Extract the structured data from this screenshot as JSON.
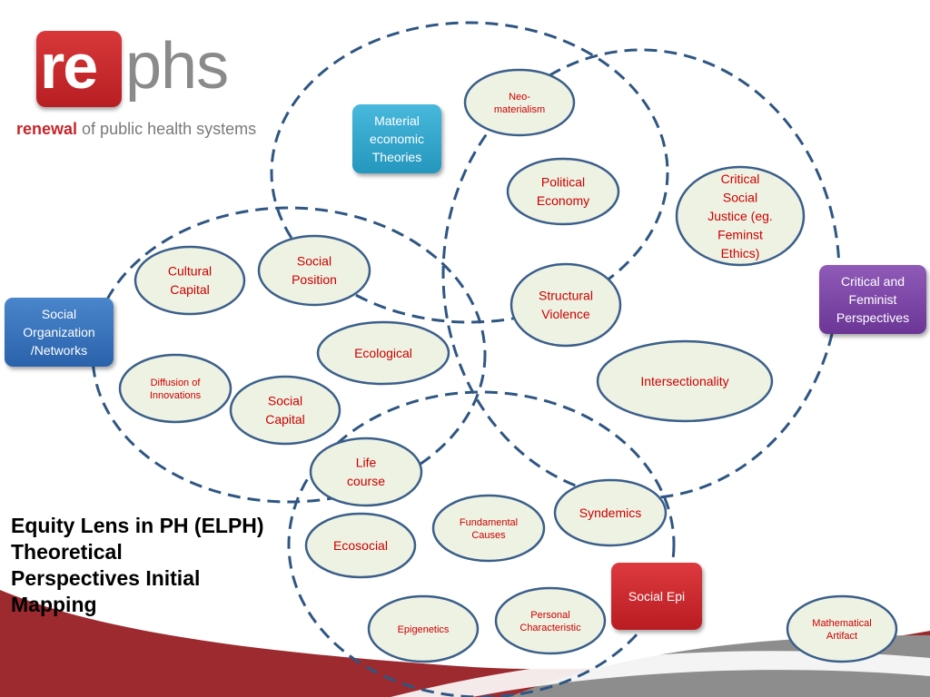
{
  "logo": {
    "mark_left": "re",
    "mark_right": "phs",
    "tagline_strong": "renewal",
    "tagline_rest": " of public health systems",
    "brand_red": "#c7252a"
  },
  "title": "Equity Lens in PH (ELPH)\nTheoretical\nPerspectives Initial\nMapping",
  "boxes": {
    "material": {
      "label": "Material\neconomic\nTheories",
      "color": "#2aa3c9"
    },
    "social_org": {
      "label": "Social\nOrganization\n/Networks",
      "color": "#2f6fb8"
    },
    "critical": {
      "label": "Critical and\nFeminist\nPerspectives",
      "color": "#7a44a3"
    },
    "social_epi": {
      "label": "Social Epi",
      "color": "#cc2229"
    }
  },
  "nodes": [
    {
      "id": "neo-materialism",
      "lines": [
        "Neo-",
        "materialism"
      ],
      "size": "small"
    },
    {
      "id": "political-economy",
      "lines": [
        "Political",
        "Economy"
      ],
      "size": "normal"
    },
    {
      "id": "critical-social-justice",
      "lines": [
        "Critical",
        "Social",
        "Justice (eg.",
        "Feminst",
        "Ethics)"
      ],
      "size": "normal"
    },
    {
      "id": "social-position",
      "lines": [
        "Social",
        "Position"
      ],
      "size": "normal"
    },
    {
      "id": "cultural-capital",
      "lines": [
        "Cultural",
        "Capital"
      ],
      "size": "normal"
    },
    {
      "id": "structural-violence",
      "lines": [
        "Structural",
        "Violence"
      ],
      "size": "normal"
    },
    {
      "id": "ecological",
      "lines": [
        "Ecological"
      ],
      "size": "normal"
    },
    {
      "id": "intersectionality",
      "lines": [
        "Intersectionality"
      ],
      "size": "normal"
    },
    {
      "id": "diffusion-of-innovations",
      "lines": [
        "Diffusion of",
        "Innovations"
      ],
      "size": "small"
    },
    {
      "id": "social-capital",
      "lines": [
        "Social",
        "Capital"
      ],
      "size": "normal"
    },
    {
      "id": "life-course",
      "lines": [
        "Life",
        "course"
      ],
      "size": "normal"
    },
    {
      "id": "syndemics",
      "lines": [
        "Syndemics"
      ],
      "size": "normal"
    },
    {
      "id": "fundamental-causes",
      "lines": [
        "Fundamental",
        "Causes"
      ],
      "size": "small"
    },
    {
      "id": "ecosocial",
      "lines": [
        "Ecosocial"
      ],
      "size": "normal"
    },
    {
      "id": "personal-characteristic",
      "lines": [
        "Personal",
        "Characteristic"
      ],
      "size": "small"
    },
    {
      "id": "epigenetics",
      "lines": [
        "Epigenetics"
      ],
      "size": "small"
    },
    {
      "id": "mathematical-artifact",
      "lines": [
        "Mathematical",
        "Artifact"
      ],
      "size": "small"
    }
  ],
  "colors": {
    "node_border": "#3b5f8a",
    "node_fill": "#eef2e3",
    "node_text": "#cc0000",
    "dash_circle": "#2f5683",
    "swoosh_red": "#9c2a2f",
    "swoosh_gray": "#8a8a8a"
  }
}
